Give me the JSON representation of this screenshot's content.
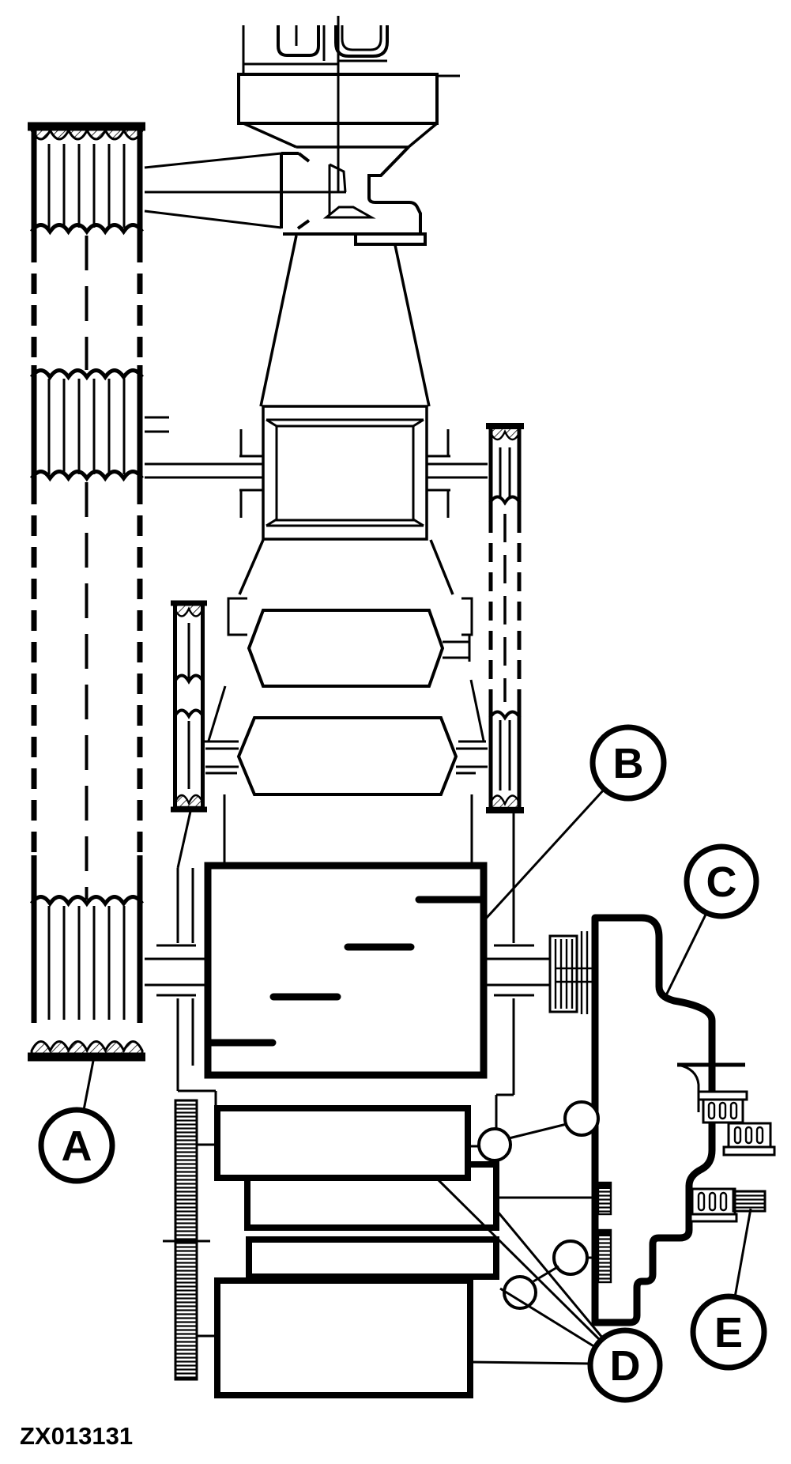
{
  "figure": {
    "code": "ZX013131"
  },
  "colors": {
    "line": "#000000",
    "background": "#ffffff"
  },
  "callouts": {
    "a": {
      "label": "A"
    },
    "b": {
      "label": "B"
    },
    "c": {
      "label": "C"
    },
    "d": {
      "label": "D"
    },
    "e": {
      "label": "E"
    }
  }
}
